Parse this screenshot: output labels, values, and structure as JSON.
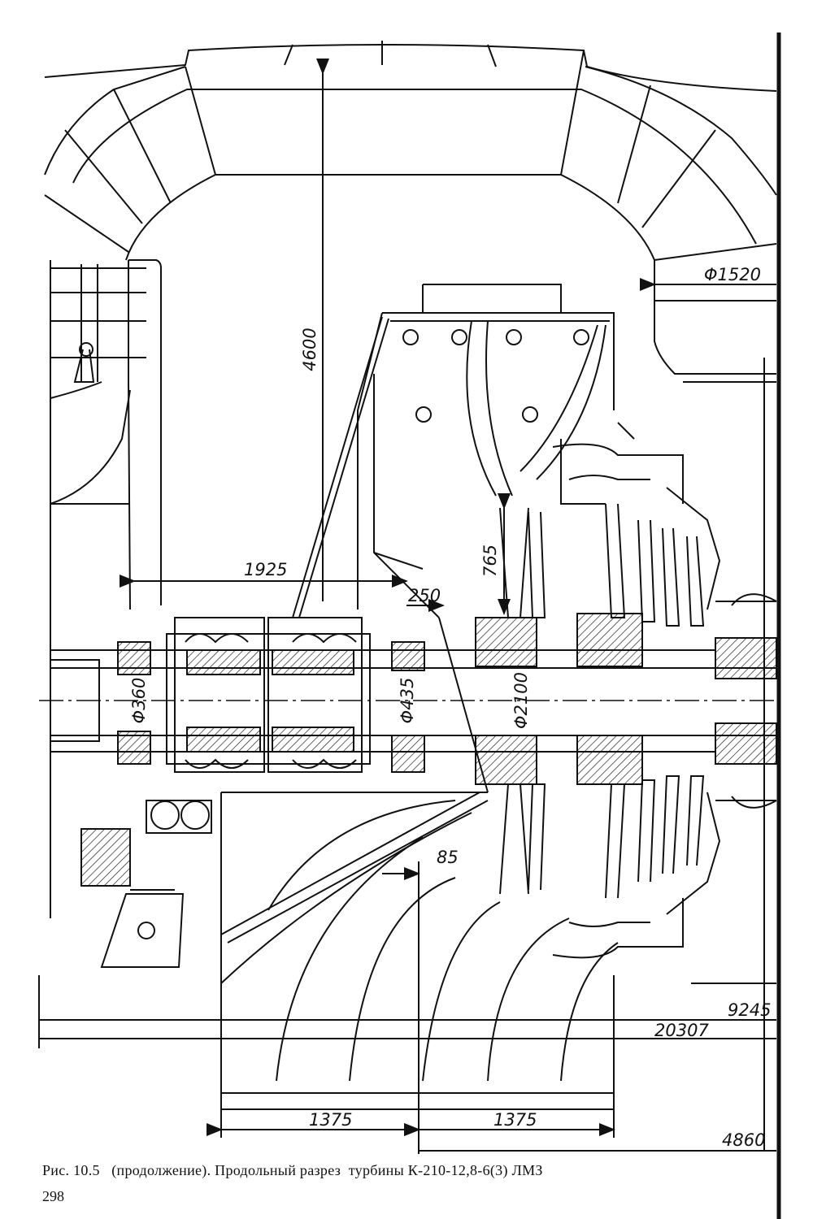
{
  "figure": {
    "dimensions": {
      "height_4600": "4600",
      "dia_1520": "Φ1520",
      "len_1925": "1925",
      "len_250": "250",
      "len_765": "765",
      "dia_360": "Φ360",
      "dia_435": "Φ435",
      "dia_2100": "Φ2100",
      "len_85": "85",
      "len_9245": "9245",
      "len_20307": "20307",
      "len_1375_left": "1375",
      "len_1375_right": "1375",
      "len_4860": "4860"
    }
  },
  "caption": {
    "text": "Рис. 10.5   (продолжение). Продольный разрез  турбины К-210-12,8-6(3) ЛМЗ",
    "page_number": "298"
  }
}
